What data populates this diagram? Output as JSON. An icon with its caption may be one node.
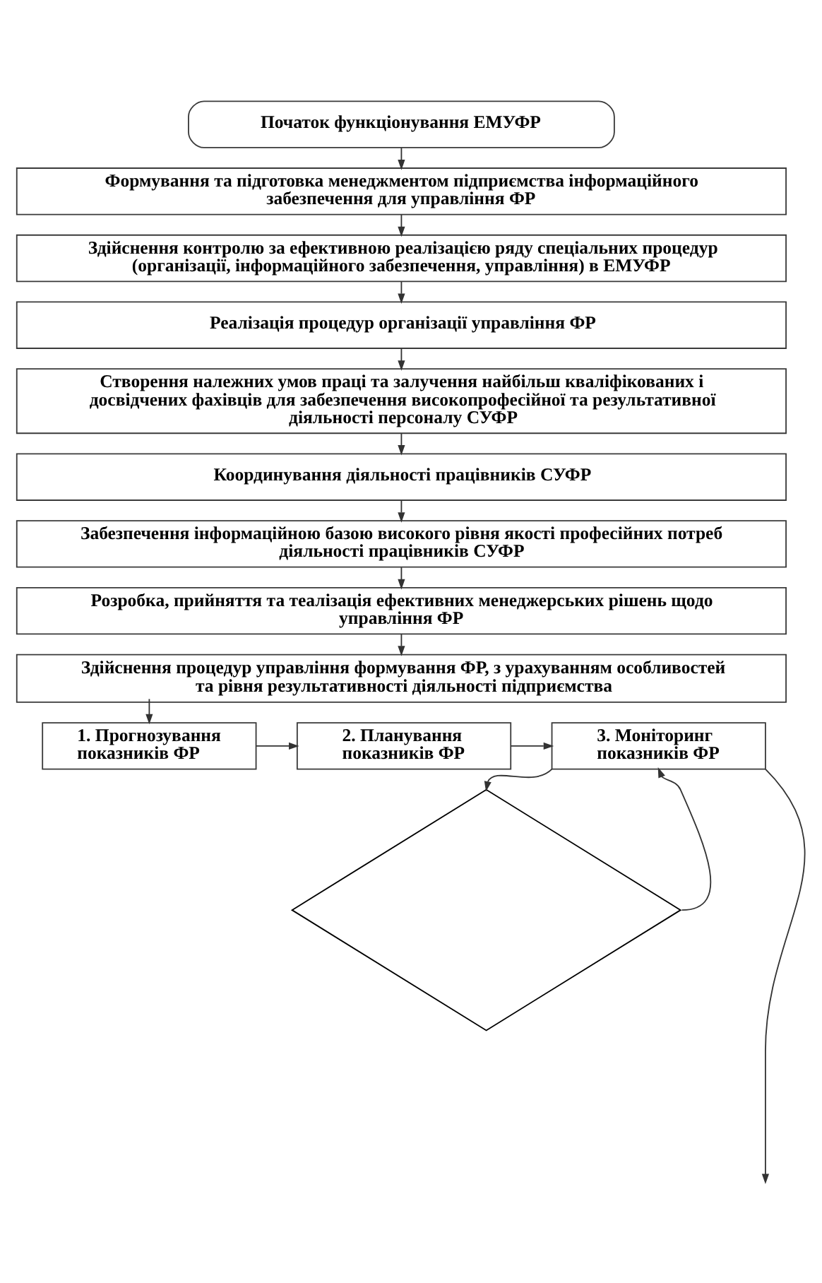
{
  "diagram": {
    "nodes": [
      {
        "text": [
          "Початок функціонування ЕМУФР"
        ]
      },
      {
        "text": [
          "Формування та підготовка менеджментом підприємства інформаційного забезпечення для управління ФР"
        ]
      },
      {
        "text": [
          "Здійснення контролю за ефективною реалізацією ряду спеціальних процедур (організації, інформаційного забезпечення, управління) в ЕМУФР"
        ]
      },
      {
        "text": [
          "Реалізація процедур організації управління ФР"
        ]
      },
      {
        "text": [
          "Створення належних умов праці та залучення найбільш кваліфікованих і досвідчених фахівців для забезпечення високопрофесійної та результативної діяльності персоналу СУФР"
        ]
      },
      {
        "text": [
          "Координування діяльності працівників СУФР"
        ]
      },
      {
        "text": [
          "Забезпечення інформаційною базою високого рівня якості професійних потреб діяльності працівників СУФР"
        ]
      },
      {
        "text": [
          "Розробка, прийняття та теалізація ефективних менеджерських рішень щодо управління ФР"
        ]
      },
      {
        "text": [
          "Здійснення процедур управління формування ФР, з урахуванням особливостей та рівня результативності діяльності підприємства"
        ]
      },
      {
        "text": [
          "1. Прогнозування показників ФР"
        ]
      },
      {
        "text": [
          "2. Планування показників ФР"
        ]
      },
      {
        "text": [
          "3. Моніторинг показників ФР"
        ]
      },
      {
        "text": [],
        "shape": "diamond"
      }
    ],
    "edges": [
      {
        "from": 0,
        "to": 1,
        "arrow": "to"
      },
      {
        "from": 1,
        "to": 2,
        "arrow": "to"
      },
      {
        "from": 2,
        "to": 3,
        "arrow": "to"
      },
      {
        "from": 3,
        "to": 4,
        "arrow": "to"
      },
      {
        "from": 4,
        "to": 5,
        "arrow": "to"
      },
      {
        "from": 5,
        "to": 6,
        "arrow": "to"
      },
      {
        "from": 6,
        "to": 7,
        "arrow": "to"
      },
      {
        "from": 7,
        "to": 8,
        "arrow": "to"
      },
      {
        "from": 8,
        "to": 9,
        "arrow": "to"
      },
      {
        "from": 9,
        "to": 10,
        "arrow": "to"
      },
      {
        "from": 10,
        "to": 11,
        "arrow": "to"
      },
      {
        "from": 11,
        "to": 12,
        "arrow": "to"
      },
      {
        "from": 12,
        "to": 11,
        "arrow": "to"
      },
      {
        "from": 11,
        "to": null,
        "arrow": "to"
      }
    ]
  }
}
